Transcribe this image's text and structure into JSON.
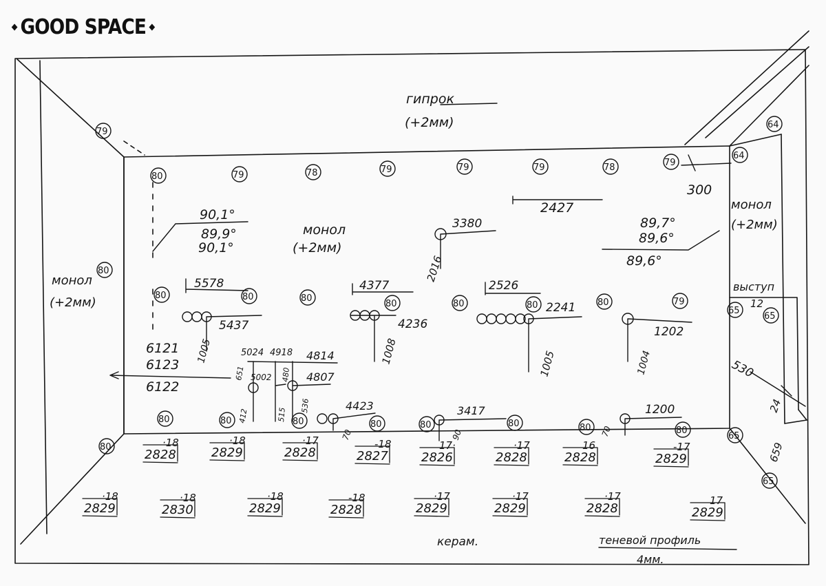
{
  "brand": {
    "logo_text": "GOOD SPACE"
  },
  "labels": {
    "ceiling": "гипрок",
    "ceiling_note": "(+2мм)",
    "back_wall": "монол",
    "back_wall_note": "(+2мм)",
    "left_wall": "монол",
    "left_wall_note": "(+2мм)",
    "right_wall": "монол",
    "right_wall_note": "(+2мм)",
    "ledge": "выступ",
    "floor": "керам.",
    "profile_line1": "теневой профиль",
    "profile_line2": "4мм."
  },
  "angles": {
    "left": [
      "90,1°",
      "89,9°",
      "90,1°"
    ],
    "right": [
      "89,7°",
      "89,6°",
      "89,6°"
    ]
  },
  "ceiling_marks": [
    "80",
    "79",
    "78",
    "79",
    "79",
    "79",
    "78",
    "79",
    "64",
    "79",
    "64"
  ],
  "wall_marks": [
    "80",
    "80",
    "80",
    "80",
    "80",
    "80",
    "80",
    "80",
    "80",
    "79",
    "65",
    "65",
    "65",
    "80",
    "80",
    "80",
    "80",
    "80",
    "80",
    "80",
    "80",
    "65"
  ],
  "dimensions": {
    "d2427": "2427",
    "d300": "300",
    "d3380": "3380",
    "d2016": "2016",
    "d5578": "5578",
    "d5437": "5437",
    "d1005a": "1005",
    "d4377": "4377",
    "d4236": "4236",
    "d1008": "1008",
    "d2526": "2526",
    "d2241": "2241",
    "d1005b": "1005",
    "d1202": "1202",
    "d1004": "1004",
    "d6121": "6121",
    "d6123": "6123",
    "d6122": "6122",
    "d5024": "5024",
    "d4918": "4918",
    "d4814": "4814",
    "d5002": "5002",
    "d4807": "4807",
    "d651": "651",
    "d412": "412",
    "d515": "515",
    "d480": "480",
    "d536": "536",
    "d4423": "4423",
    "d3417": "3417",
    "d1200": "1200",
    "d70a": "70",
    "d70b": "70",
    "d90": "90",
    "d12": "12",
    "d530": "530",
    "d24": "24",
    "d659": "659"
  },
  "floor_row1": [
    {
      "value": "2828",
      "offset": "·18"
    },
    {
      "value": "2829",
      "offset": "·18"
    },
    {
      "value": "2828",
      "offset": "·17"
    },
    {
      "value": "2827",
      "offset": "-18"
    },
    {
      "value": "2826",
      "offset": "17·"
    },
    {
      "value": "2828",
      "offset": "·17"
    },
    {
      "value": "2828",
      "offset": "16"
    },
    {
      "value": "2829",
      "offset": "-17"
    }
  ],
  "floor_row2": [
    {
      "value": "2829",
      "offset": "·18"
    },
    {
      "value": "2830",
      "offset": "·18"
    },
    {
      "value": "2829",
      "offset": "·18"
    },
    {
      "value": "2828",
      "offset": "-18"
    },
    {
      "value": "2829",
      "offset": "·17"
    },
    {
      "value": "2829",
      "offset": "·17"
    },
    {
      "value": "2828",
      "offset": "·17"
    },
    {
      "value": "2829",
      "offset": "17"
    }
  ]
}
